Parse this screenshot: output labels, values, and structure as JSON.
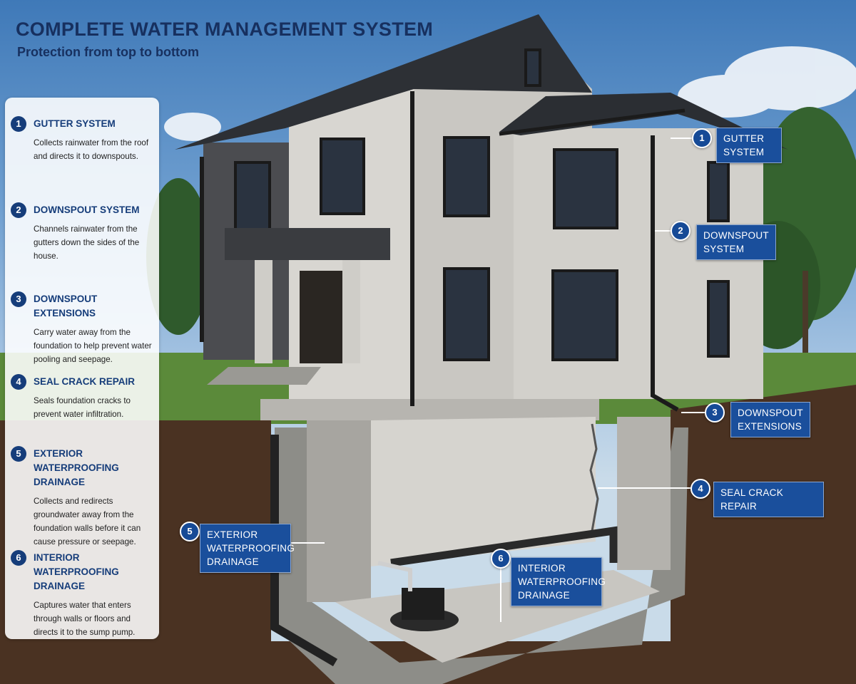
{
  "title": "COMPLETE WATER MANAGEMENT SYSTEM",
  "subtitle": "Protection from top to bottom",
  "steps": [
    {
      "number": "1",
      "heading": "GUTTER SYSTEM",
      "description": "Collects rainwater from the roof and directs it to downspouts."
    },
    {
      "number": "2",
      "heading": "DOWNSPOUT SYSTEM",
      "description": "Channels rainwater from the gutters down the sides of the house."
    },
    {
      "number": "3",
      "heading": "DOWNSPOUT EXTENSIONS",
      "description": "Carry water away from the foundation to help prevent water pooling and seepage."
    },
    {
      "number": "4",
      "heading": "SEAL CRACK REPAIR",
      "description": "Seals foundation cracks to prevent water infiltration."
    },
    {
      "number": "5",
      "heading": "EXTERIOR WATERPROOFING DRAINAGE",
      "description": "Collects and redirects groundwater away from the foundation walls before it can cause pressure or seepage."
    },
    {
      "number": "6",
      "heading": "INTERIOR WATERPROOFING DRAINAGE",
      "description": "Captures water that enters through walls or floors and directs it to the sump pump."
    }
  ],
  "callouts": [
    {
      "number": "1",
      "label": "GUTTER SYSTEM"
    },
    {
      "number": "2",
      "label": "DOWNSPOUT SYSTEM"
    },
    {
      "number": "3",
      "label": "DOWNSPOUT EXTENSIONS"
    },
    {
      "number": "4",
      "label": "SEAL CRACK REPAIR"
    },
    {
      "number": "5",
      "label": "EXTERIOR WATERPROOFING DRAINAGE"
    },
    {
      "number": "6",
      "label": "INTERIOR WATERPROOFING DRAINAGE"
    }
  ]
}
